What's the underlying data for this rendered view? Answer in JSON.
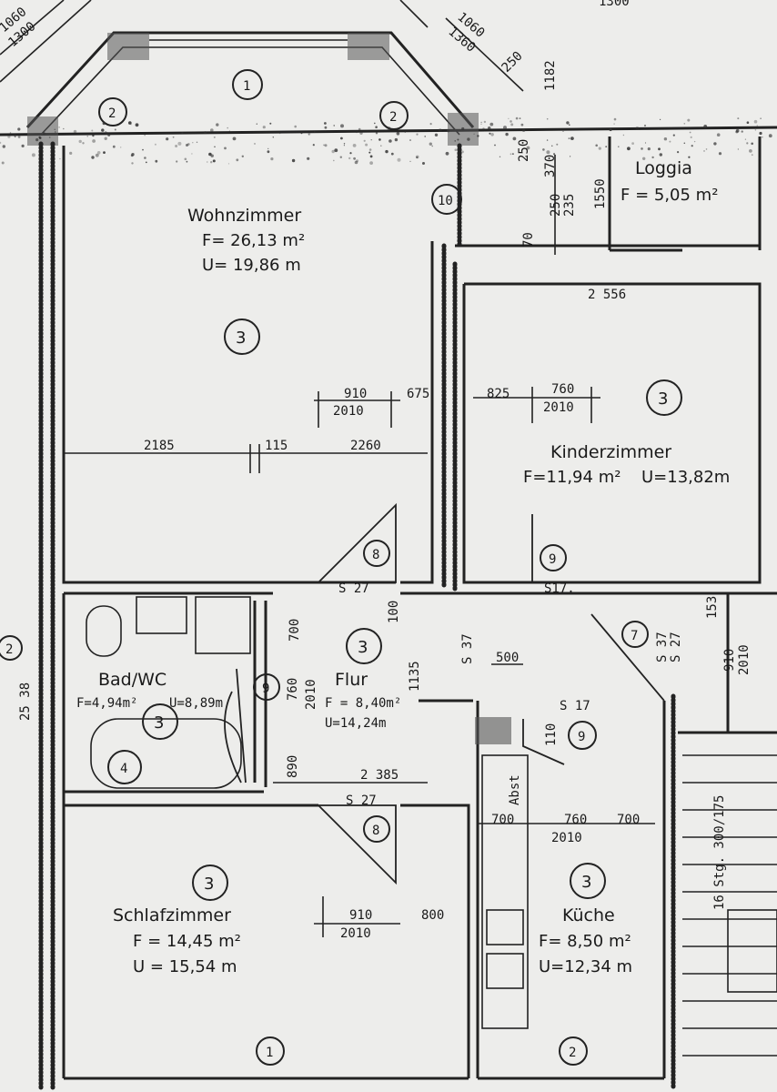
{
  "rooms": {
    "wohnzimmer": {
      "name": "Wohnzimmer",
      "area": "F= 26,13 m²",
      "perimeter": "U= 19,86 m",
      "marker": "3"
    },
    "kinderzimmer": {
      "name": "Kinderzimmer",
      "area": "F=11,94 m²",
      "perimeter": "U=13,82m",
      "marker": "3"
    },
    "loggia": {
      "name": "Loggia",
      "area": "F = 5,05 m²"
    },
    "bad": {
      "name": "Bad/WC",
      "area": "F=4,94m²",
      "perimeter": "U=8,89m",
      "marker": "3"
    },
    "flur": {
      "name": "Flur",
      "area": "F = 8,40m²",
      "perimeter": "U=14,24m",
      "marker": "3"
    },
    "schlafzimmer": {
      "name": "Schlafzimmer",
      "area": "F = 14,45 m²",
      "perimeter": "U = 15,54 m",
      "marker": "3"
    },
    "kueche": {
      "name": "Küche",
      "area": "F= 8,50 m²",
      "perimeter": "U=12,34 m",
      "marker": "3"
    }
  },
  "dimensions": {
    "d_1060_top": "1060",
    "d_1300_top": "1300",
    "d_1060_r": "1060",
    "d_1360_r": "1360",
    "d_250_a": "250",
    "d_1182": "1182",
    "d_250_b": "250",
    "d_370": "370",
    "d_250_c": "250",
    "d_235": "235",
    "d_1550": "1550",
    "d_70": "70",
    "d_2556": "2 556",
    "d_910_w": "910",
    "d_2010_w": "2010",
    "d_675": "675",
    "d_825": "825",
    "d_760_k": "760",
    "d_2010_k": "2010",
    "d_2185": "2185",
    "d_115": "115",
    "d_2260": "2260",
    "d_700_b": "700",
    "d_100": "100",
    "d_1135": "1135",
    "d_537": "S 37",
    "d_500": "500",
    "d_760_b": "760",
    "d_2010_b": "2010",
    "d_890": "890",
    "d_2385": "2 385",
    "d_153": "153",
    "d_s37_a": "S 37",
    "d_s27_a": "S 27",
    "d_910_r": "910",
    "d_2010_r": "2010",
    "d_2538": "25 38",
    "d_110": "110",
    "d_700_k1": "700",
    "d_760_k2": "760",
    "d_2010_k2": "2010",
    "d_700_k3": "700",
    "d_910_s": "910",
    "d_2010_s": "2010",
    "d_800": "800",
    "stair": "16 Stg. 300/175",
    "abst": "Abst",
    "top_1300": "1300"
  },
  "door_codes": {
    "s27_top": "S 27",
    "s17_top": "S17.",
    "s17_mid": "S 17",
    "s27_bot": "S 27"
  },
  "markers": {
    "m1_top": "1",
    "m2_left": "2",
    "m2_right": "2",
    "m10": "10",
    "m8_top": "8",
    "m9_k": "9",
    "m7": "7",
    "m9_bad": "9",
    "m9_kue": "9",
    "m8_bot": "8",
    "m1_bot": "1",
    "m2_bot": "2",
    "m2_side": "2",
    "m4_bath": "4"
  }
}
